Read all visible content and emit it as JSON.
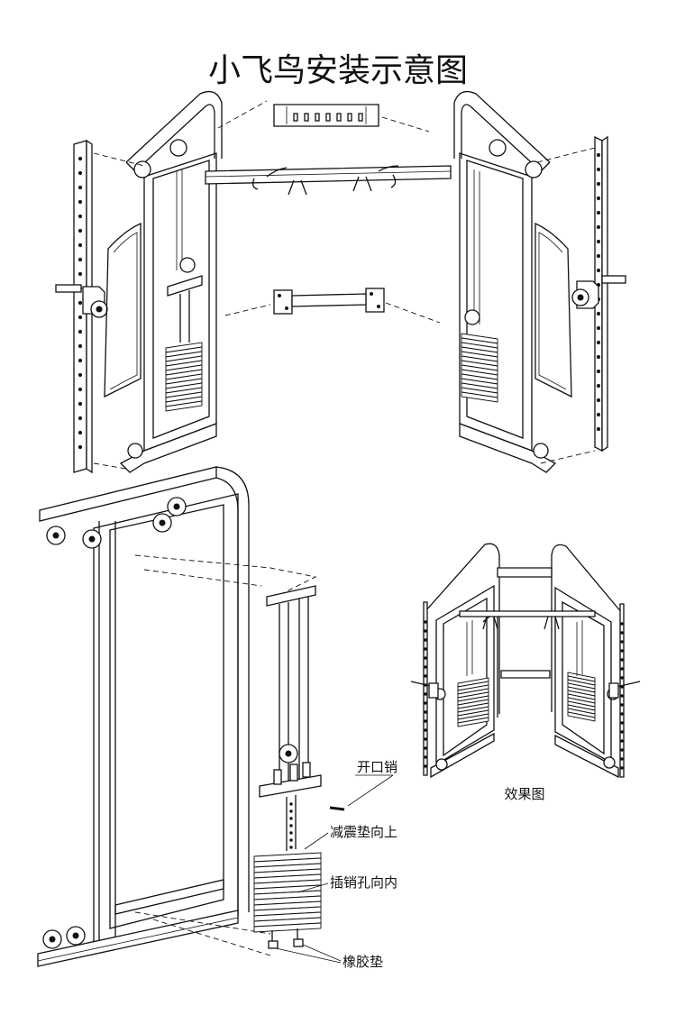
{
  "title": "小飞鸟安装示意图",
  "labels": {
    "cotter_pin": "开口销",
    "shock_pad_up": "减震垫向上",
    "pin_hole_inward": "插销孔向内",
    "rubber_pad": "橡胶垫",
    "effect_view": "效果图"
  },
  "icons": [
    "pulley-icon",
    "weight-stack-icon",
    "cable-column-icon"
  ]
}
